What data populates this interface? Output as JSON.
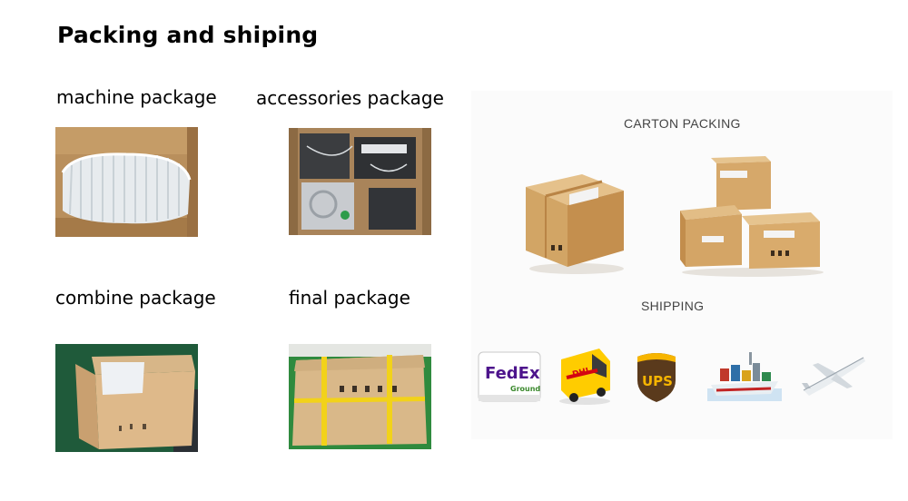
{
  "page": {
    "title": "Packing and shiping"
  },
  "packages": {
    "machine": {
      "caption": "machine package",
      "icon": "air-cushion-wrapped-machine-photo"
    },
    "accessories": {
      "caption": "accessories package",
      "icon": "boxed-accessories-photo"
    },
    "combine": {
      "caption": "combine package",
      "icon": "open-carton-photo"
    },
    "final": {
      "caption": "final package",
      "icon": "taped-carton-photo"
    }
  },
  "panel": {
    "carton_label": "CARTON PACKING",
    "shipping_label": "SHIPPING",
    "carriers": [
      {
        "icon": "fedex-ground-logo",
        "lines": [
          "FedEx",
          "Ground"
        ]
      },
      {
        "icon": "dhl-van-icon",
        "text": "DHL"
      },
      {
        "icon": "ups-shield-logo",
        "text": "UPS"
      },
      {
        "icon": "cargo-ship-icon"
      },
      {
        "icon": "airplane-icon"
      }
    ]
  },
  "colors": {
    "cardboard": "#c99a5a",
    "fedex_purple": "#4d148c",
    "fedex_green": "#3c8a2e",
    "dhl_yellow": "#ffcc00",
    "dhl_red": "#d40511",
    "ups_brown": "#5a3a1c",
    "ups_gold": "#f7b500"
  }
}
